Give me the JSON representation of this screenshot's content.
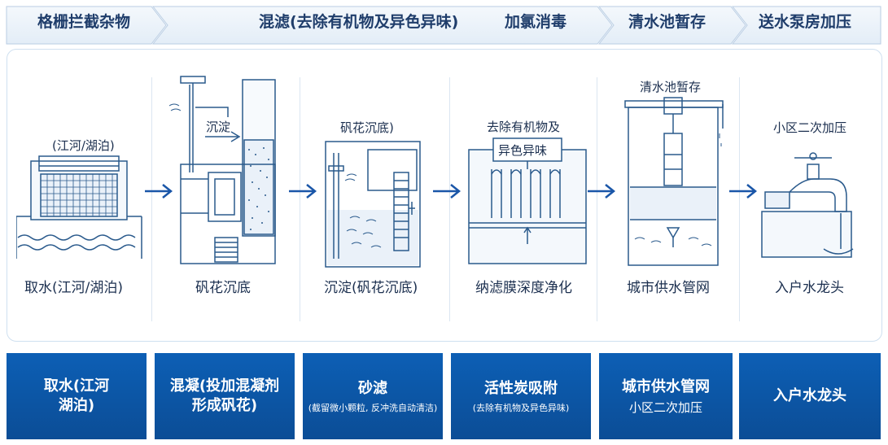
{
  "banner": {
    "stage1": "格栅拦截杂物",
    "stage2": "混滤(去除有机物及异色异味)",
    "stage3": "加氯消毒",
    "stage4": "清水池暂存",
    "stage5": "送水泵房加压"
  },
  "steps": [
    {
      "top_label": "(江河/湖泊)",
      "bottom_label": "取水(江河/湖泊)"
    },
    {
      "inner_label": "沉淀",
      "bottom_label": "矾花沉底"
    },
    {
      "top_label": "矾花沉底)",
      "bottom_label": "沉淀(矾花沉底)"
    },
    {
      "top_label": "去除有机物及",
      "inner_label": "异色异味",
      "bottom_label": "纳滤膜深度净化"
    },
    {
      "top_label": "清水池暂存",
      "bottom_label": "城市供水管网"
    },
    {
      "top_label": "小区二次加压",
      "bottom_label": "入户水龙头"
    }
  ],
  "boxes": [
    {
      "main": "取水(江河",
      "main2": "湖泊)"
    },
    {
      "main": "混凝(投加混凝剂",
      "main2": "形成矾花)"
    },
    {
      "main": "砂滤",
      "sub": "(截留微小颗粒, 反冲洗自动清洁)"
    },
    {
      "main": "活性炭吸附",
      "sub": "(去除有机物及异色异味)"
    },
    {
      "main": "城市供水管网",
      "sub2": "小区二次加压"
    },
    {
      "main": "入户水龙头"
    }
  ],
  "colors": {
    "primary": "#0d5fb5",
    "line": "#2a5a8c",
    "text": "#1b2f4f",
    "banner_bg": "#eef4fa"
  }
}
